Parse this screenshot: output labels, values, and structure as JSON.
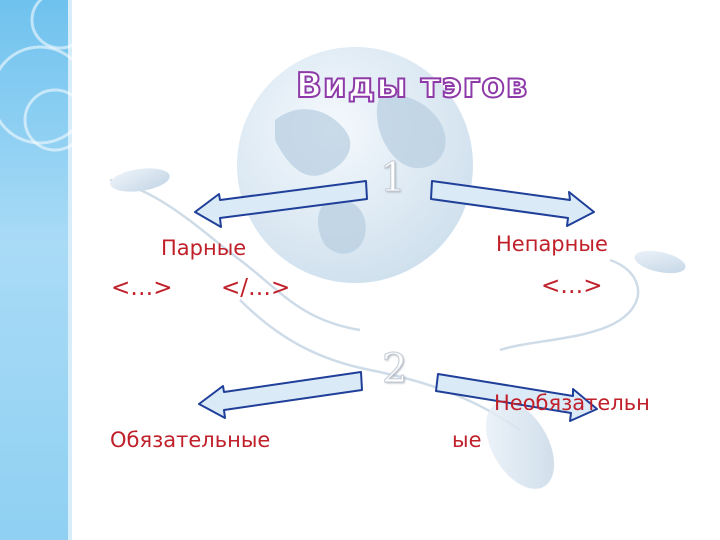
{
  "slide": {
    "title": "Виды тэгов",
    "group1": {
      "number": "1",
      "left_label": "Парные",
      "left_code_open": "<…>",
      "left_code_close": "</…>",
      "right_label": "Непарные",
      "right_code": "<…>"
    },
    "group2": {
      "number": "2",
      "left_label": "Обязательные",
      "right_label_part1": "Необязательн",
      "right_label_part2": "ые"
    }
  },
  "colors": {
    "label_text": "#c0202a",
    "title_outline": "#8e3aa8",
    "arrow_fill": "#dbeaf7",
    "arrow_stroke": "#1f3f99",
    "side_band": "#8fd0f2"
  }
}
